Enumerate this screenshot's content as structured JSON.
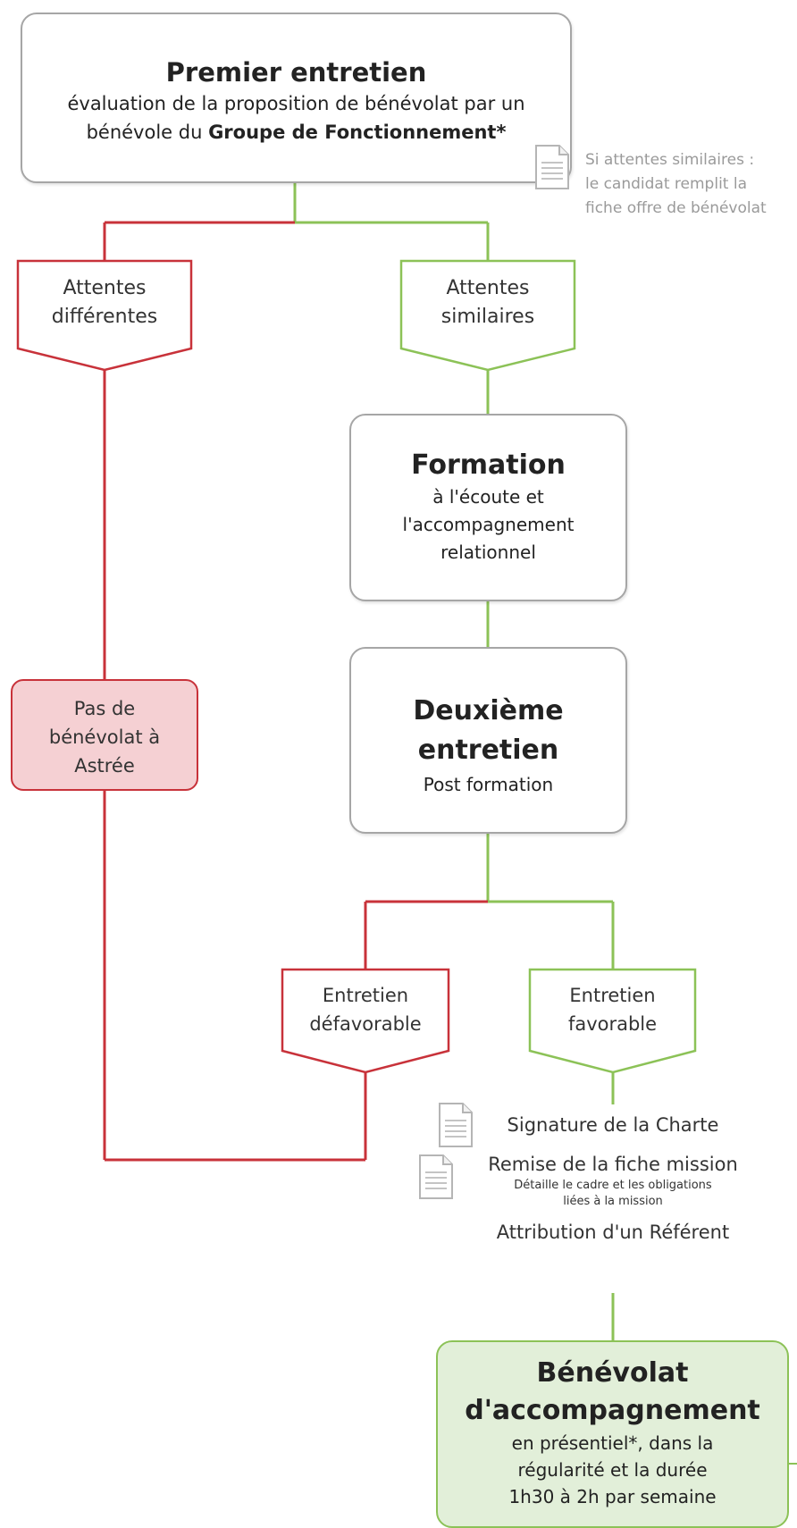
{
  "colors": {
    "red": "#c8323a",
    "green": "#8cc257",
    "grey": "#a6a6a6",
    "pink_fill": "#f5d0d3",
    "green_fill": "#e2efd9"
  },
  "first_interview": {
    "title": "Premier entretien",
    "line1": "évaluation de la proposition de bénévolat par un",
    "line2_prefix": "bénévole du ",
    "line2_bold": "Groupe de Fonctionnement*"
  },
  "side_note": {
    "icon": "document-icon",
    "line1": "Si attentes similaires :",
    "line2": "le candidat remplit la",
    "line3": "fiche offre de bénévolat"
  },
  "expectations_different": {
    "line1": "Attentes",
    "line2": "différentes"
  },
  "expectations_similar": {
    "line1": "Attentes",
    "line2": "similaires"
  },
  "training": {
    "title": "Formation",
    "line1": "à l'écoute et",
    "line2": "l'accompagnement",
    "line3": "relationnel"
  },
  "second_interview": {
    "title_line1": "Deuxième",
    "title_line2": "entretien",
    "subtitle": "Post formation"
  },
  "no_volunteering": {
    "line1": "Pas de",
    "line2": "bénévolat à",
    "line3": "Astrée"
  },
  "interview_unfavorable": {
    "line1": "Entretien",
    "line2": "défavorable"
  },
  "interview_favorable": {
    "line1": "Entretien",
    "line2": "favorable"
  },
  "steps": {
    "charter": "Signature de la Charte",
    "mission_sheet": "Remise de la fiche mission",
    "mission_detail_line1": "Détaille le cadre et les obligations",
    "mission_detail_line2": "liées à la mission",
    "referent": "Attribution d'un Référent"
  },
  "final": {
    "title_line1": "Bénévolat",
    "title_line2": "d'accompagnement",
    "line1": "en présentiel*, dans la",
    "line2": "régularité et la durée",
    "line3": "1h30 à 2h par semaine"
  }
}
